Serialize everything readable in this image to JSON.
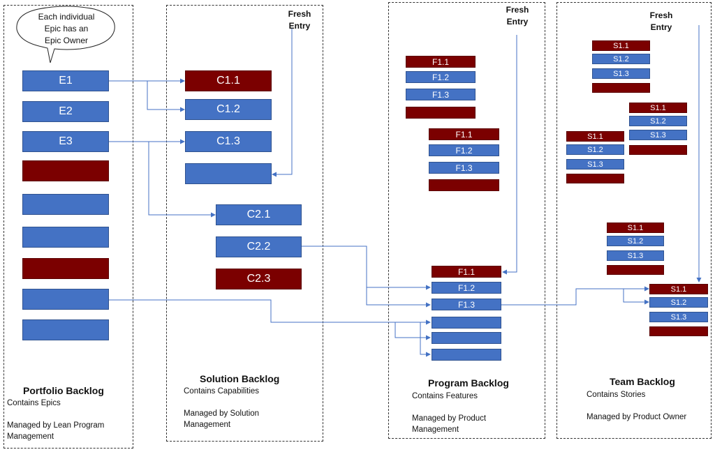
{
  "callout": {
    "line1": "Each individual",
    "line2": "Epic has an",
    "line3": "Epic Owner"
  },
  "portfolio": {
    "title": "Portfolio Backlog",
    "sub1": "Contains Epics",
    "sub2": "Managed by Lean Program",
    "sub3": "Management",
    "epics": [
      "E1",
      "E2",
      "E3"
    ]
  },
  "solution": {
    "title": "Solution Backlog",
    "sub1": "Contains Capabilities",
    "sub2": "Managed by Solution",
    "sub3": "Management",
    "fresh1": "Fresh",
    "fresh2": "Entry",
    "caps": [
      "C1.1",
      "C1.2",
      "C1.3",
      "C2.1",
      "C2.2",
      "C2.3"
    ]
  },
  "program": {
    "title": "Program  Backlog",
    "sub1": "Contains Features",
    "sub2": "Managed by Product",
    "sub3": "Management",
    "fresh1": "Fresh",
    "fresh2": "Entry",
    "f": [
      "F1.1",
      "F1.2",
      "F1.3"
    ]
  },
  "team": {
    "title": "Team  Backlog",
    "sub1": "Contains Stories",
    "sub2": "Managed by Product Owner",
    "fresh1": "Fresh",
    "fresh2": "Entry",
    "s": [
      "S1.1",
      "S1.2",
      "S1.3"
    ]
  },
  "colors": {
    "blue": "#4472c4",
    "dark_red": "#7b0000",
    "connector": "#4472c4"
  }
}
